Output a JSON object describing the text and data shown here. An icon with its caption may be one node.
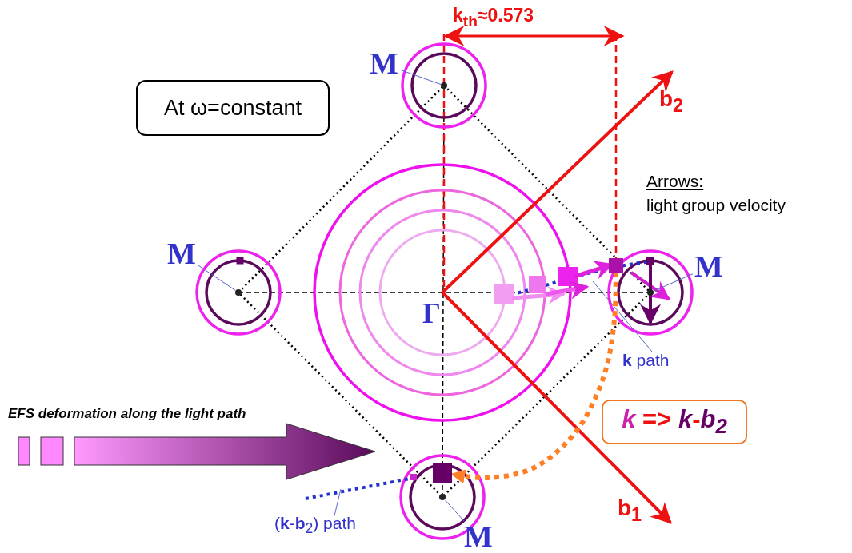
{
  "diagram": {
    "nodes": [
      {
        "text": [
          "At ω=constant"
        ]
      },
      {
        "text": [
          "M"
        ]
      },
      {
        "text": [],
        "shape": "circle"
      },
      {
        "text": [
          "M"
        ]
      },
      {
        "text": [],
        "shape": "circle"
      },
      {
        "text": [
          "M"
        ]
      },
      {
        "text": [],
        "shape": "circle"
      },
      {
        "text": [
          "M"
        ]
      },
      {
        "text": [],
        "shape": "circle"
      },
      {
        "text": [
          "**k** path"
        ]
      },
      {
        "text": [
          "(**k**-**b**$_{2}$) path"
        ]
      },
      {
        "text": [],
        "shape": "box"
      },
      {
        "text": [],
        "shape": "box"
      },
      {
        "text": [
          "*k* => *k*-*b*$_{2}$"
        ]
      }
    ],
    "edges": [
      {
        "from": 1,
        "to": 2,
        "arrow": "none"
      },
      {
        "from": 3,
        "to": 4,
        "arrow": "none"
      },
      {
        "from": 5,
        "to": 6,
        "arrow": "none"
      },
      {
        "from": 7,
        "to": 8,
        "arrow": "none"
      },
      {
        "from": 9,
        "to": null,
        "arrow": "none"
      },
      {
        "from": 10,
        "to": null,
        "arrow": "none"
      },
      {
        "from": 11,
        "to": 12,
        "arrow": "to",
        "style": "dashed",
        "color": "#ff7f27"
      }
    ],
    "labels": [
      "k$_{th}$≈0.573",
      "b$_{2}$",
      "Arrows:",
      "light group velocity",
      "Γ",
      "EFS deformation along the light path",
      "b$_{1}$"
    ]
  }
}
